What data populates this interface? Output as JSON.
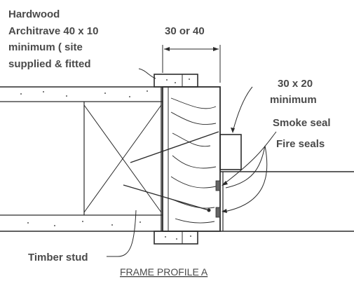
{
  "labels": {
    "architrave": [
      "Hardwood",
      "Architrave 40 x 10",
      "minimum ( site",
      "supplied & fitted"
    ],
    "dimension": "30 or 40",
    "stop_size": [
      "30 x 20",
      "minimum"
    ],
    "smoke_seal": "Smoke seal",
    "fire_seals": "Fire seals",
    "timber_stud": "Timber stud",
    "caption": "FRAME PROFILE A"
  },
  "colors": {
    "text": "#4a4a4a",
    "line": "#2b2b2b",
    "background": "#ffffff"
  }
}
